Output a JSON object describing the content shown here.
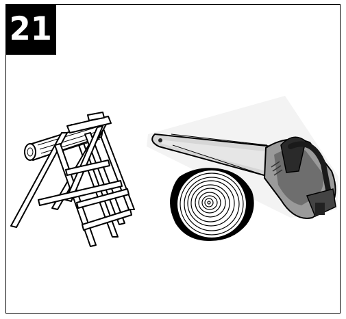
{
  "page": {
    "step_number": "21"
  },
  "illustration": {
    "items": [
      {
        "name": "sawhorse-with-log",
        "icon": "sawhorse-icon"
      },
      {
        "name": "chainsaw",
        "icon": "chainsaw-icon"
      },
      {
        "name": "log-cross-section",
        "icon": "log-rings-icon"
      }
    ]
  }
}
